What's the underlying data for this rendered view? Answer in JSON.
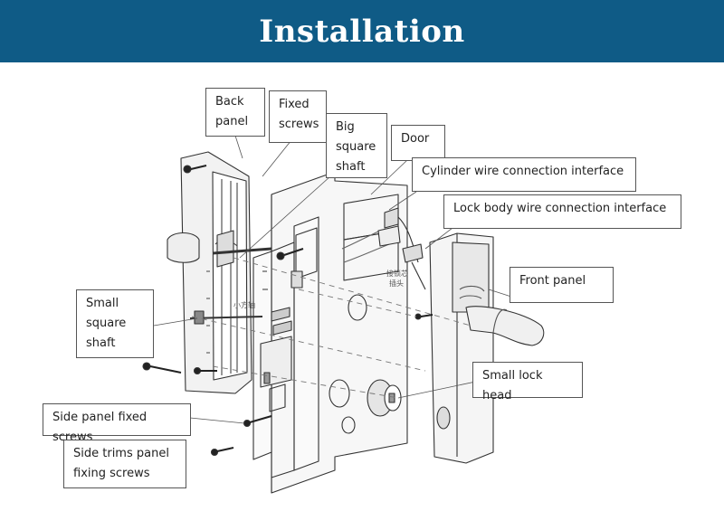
{
  "header": {
    "title": "Installation",
    "background": "#0f5b86",
    "text_color": "#ffffff"
  },
  "labels": {
    "back_panel": "Back panel",
    "fixed_screws": "Fixed screws",
    "big_square_shaft": "Big square shaft",
    "door": "Door",
    "cylinder_wire": "Cylinder wire connection interface",
    "lock_body_wire": "Lock body wire connection interface",
    "front_panel": "Front panel",
    "small_square_shaft": "Small square shaft",
    "small_lock_head": "Small lock head",
    "side_panel_screws": "Side panel fixed screws",
    "side_trims_screws": "Side trims panel fixing screws"
  },
  "drawing_text": {
    "small_square_cn": "小方轴",
    "connector_cn_1": "接锁芯",
    "connector_cn_2": "插头"
  }
}
